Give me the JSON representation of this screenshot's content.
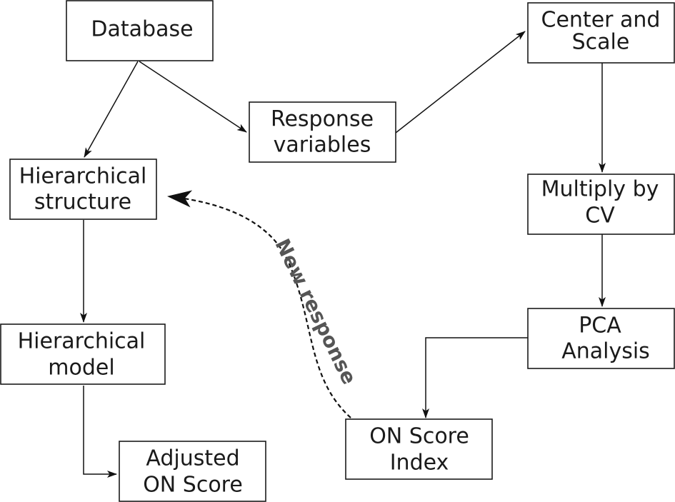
{
  "nodes": {
    "database": {
      "lines": [
        "Database"
      ]
    },
    "response_variables": {
      "lines": [
        "Response",
        "variables"
      ]
    },
    "center_and_scale": {
      "lines": [
        "Center and",
        "Scale"
      ]
    },
    "hierarchical_structure": {
      "lines": [
        "Hierarchical",
        "structure"
      ]
    },
    "multiply_by_cv": {
      "lines": [
        "Multiply by",
        "CV"
      ]
    },
    "hierarchical_model": {
      "lines": [
        "Hierarchical",
        "model"
      ]
    },
    "pca_analysis": {
      "lines": [
        "PCA",
        "Analysis"
      ]
    },
    "on_score_index": {
      "lines": [
        "ON Score",
        "Index"
      ]
    },
    "adjusted_on_score": {
      "lines": [
        "Adjusted",
        "ON Score"
      ]
    }
  },
  "edges": [
    {
      "from": "Database",
      "to": "Response variables"
    },
    {
      "from": "Database",
      "to": "Hierarchical structure"
    },
    {
      "from": "Response variables",
      "to": "Center and Scale"
    },
    {
      "from": "Center and Scale",
      "to": "Multiply by CV"
    },
    {
      "from": "Multiply by CV",
      "to": "PCA Analysis"
    },
    {
      "from": "PCA Analysis",
      "to": "ON Score Index"
    },
    {
      "from": "ON Score Index",
      "to": "Hierarchical structure",
      "label": "New response",
      "style": "dashed"
    },
    {
      "from": "Hierarchical structure",
      "to": "Hierarchical model"
    },
    {
      "from": "Hierarchical model",
      "to": "Adjusted ON Score"
    }
  ],
  "edge_labels": {
    "new_response": "New response"
  }
}
